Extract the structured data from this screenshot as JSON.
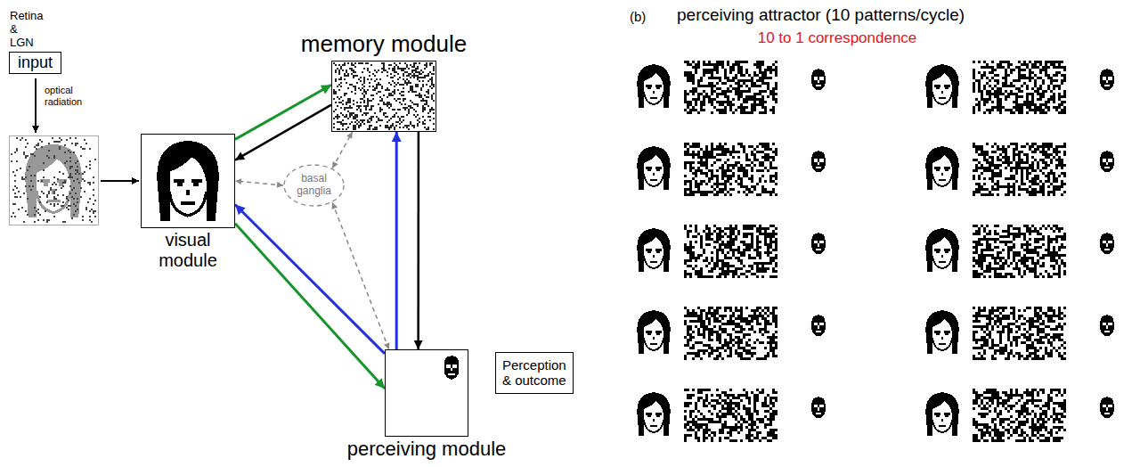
{
  "diagram": {
    "nodes": [
      {
        "text": [
          "Retina & LGN",
          "input"
        ]
      },
      {
        "text": [
          "memory module"
        ]
      },
      {
        "text": [
          "visual module"
        ]
      },
      {
        "text": [
          "basal ganglia"
        ]
      },
      {
        "text": [
          "perceiving module"
        ]
      },
      {
        "text": [
          "Perception & outcome"
        ]
      }
    ],
    "edges": [
      {
        "from": 2,
        "to": 1,
        "arrow": "to"
      },
      {
        "from": 1,
        "to": 2,
        "arrow": "to"
      },
      {
        "from": 1,
        "to": 4,
        "arrow": "to"
      },
      {
        "from": 4,
        "to": 1,
        "arrow": "to"
      },
      {
        "from": 2,
        "to": 4,
        "arrow": "to"
      },
      {
        "from": 4,
        "to": 2,
        "arrow": "to"
      },
      {
        "from": 3,
        "to": 2,
        "arrow": "both"
      },
      {
        "from": 3,
        "to": 1,
        "arrow": "both"
      },
      {
        "from": 3,
        "to": 4,
        "arrow": "both"
      }
    ],
    "labels": [
      "optical radiation",
      "(b)",
      "perceiving attractor (10 patterns/cycle)",
      "10 to 1 correspondence"
    ]
  }
}
